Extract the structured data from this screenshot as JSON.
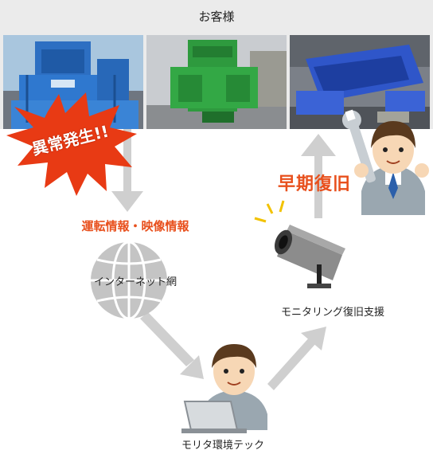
{
  "customer": {
    "label": "お客様"
  },
  "alert": {
    "label": "異常発生!!"
  },
  "data_flow": {
    "label": "運転情報・映像情報"
  },
  "network": {
    "label": "インターネット網"
  },
  "recovery": {
    "label": "早期復旧"
  },
  "monitoring": {
    "label": "モニタリング復旧支援"
  },
  "company": {
    "label": "モリタ環境テック"
  },
  "photos": [
    {
      "icon": "baler-machine-photo-blue"
    },
    {
      "icon": "baler-machine-photo-green"
    },
    {
      "icon": "baler-machine-photo-blue-press"
    }
  ],
  "colors": {
    "accent": "#e8501d",
    "alert_burst": "#e83a14",
    "arrow": "#cfcfcf",
    "band": "#ebebeb",
    "globe": "#c4c4c4"
  }
}
